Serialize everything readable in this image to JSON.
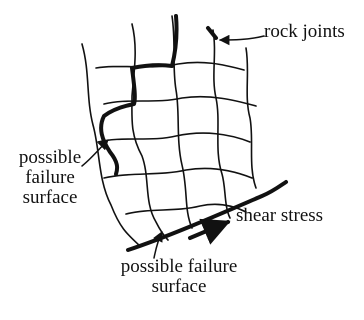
{
  "labels": {
    "rock_joints": "rock joints",
    "shear_stress": "shear stress",
    "failure_left": [
      "possible",
      "failure",
      "surface"
    ],
    "failure_bottom": [
      "possible failure",
      "surface"
    ]
  },
  "colors": {
    "ink": "#111111",
    "background": "#ffffff"
  }
}
